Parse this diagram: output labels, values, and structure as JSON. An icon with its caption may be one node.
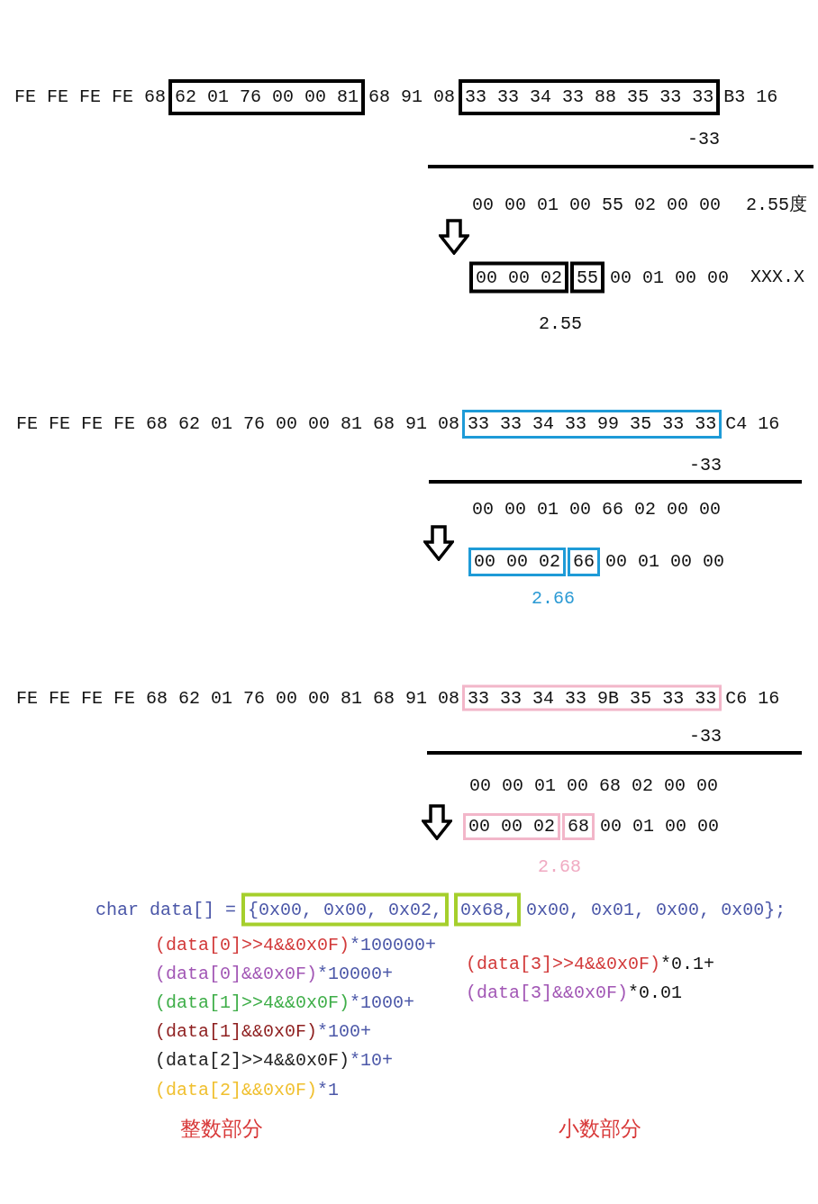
{
  "diagram": {
    "nodes": [
      {
        "text": [
          "62 01 76 00 00 81"
        ]
      },
      {
        "text": [
          "33 33 34 33 88 35 33 33"
        ]
      },
      {
        "text": [
          "00 00 02"
        ]
      },
      {
        "text": [
          "55"
        ]
      },
      {
        "text": [
          "33 33 34 33 99 35 33 33"
        ]
      },
      {
        "text": [
          "00 00 02"
        ]
      },
      {
        "text": [
          "66"
        ]
      },
      {
        "text": [
          "33 33 34 33 9B 35 33 33"
        ]
      },
      {
        "text": [
          "00 00 02"
        ]
      },
      {
        "text": [
          "68"
        ]
      },
      {
        "text": [
          "{0x00, 0x00, 0x02,"
        ]
      },
      {
        "text": [
          "0x68,"
        ]
      }
    ],
    "labels": [
      "FE FE FE FE 68",
      "68 91 08",
      "B3 16",
      "-33",
      "00 00 01 00 55 02 00 00",
      "2.55度",
      "00 01 00 00",
      "XXX.X",
      "2.55",
      "FE FE FE FE 68 62 01 76 00 00 81 68 91 08",
      "C4 16",
      "-33",
      "00 00 01 00 66 02 00 00",
      "00 01 00 00",
      "2.66",
      "FE FE FE FE 68 62 01 76 00 00 81 68 91 08",
      "C6 16",
      "-33",
      "00 00 01 00 68 02 00 00",
      "00 01 00 00",
      "2.68",
      "char data[] =",
      "0x00, 0x01, 0x00, 0x00};",
      "(data[0]>>4&&0x0F)*100000+",
      "(data[0]&&0x0F)*10000+",
      "(data[1]>>4&&0x0F)*1000+",
      "(data[1]&&0x0F)*100+",
      "(data[2]>>4&&0x0F)*10+",
      "(data[2]&&0x0F)*1",
      "(data[3]>>4&&0x0F)*0.1+",
      "(data[3]&&0x0F)*0.01",
      "整数部分",
      "小数部分"
    ]
  }
}
